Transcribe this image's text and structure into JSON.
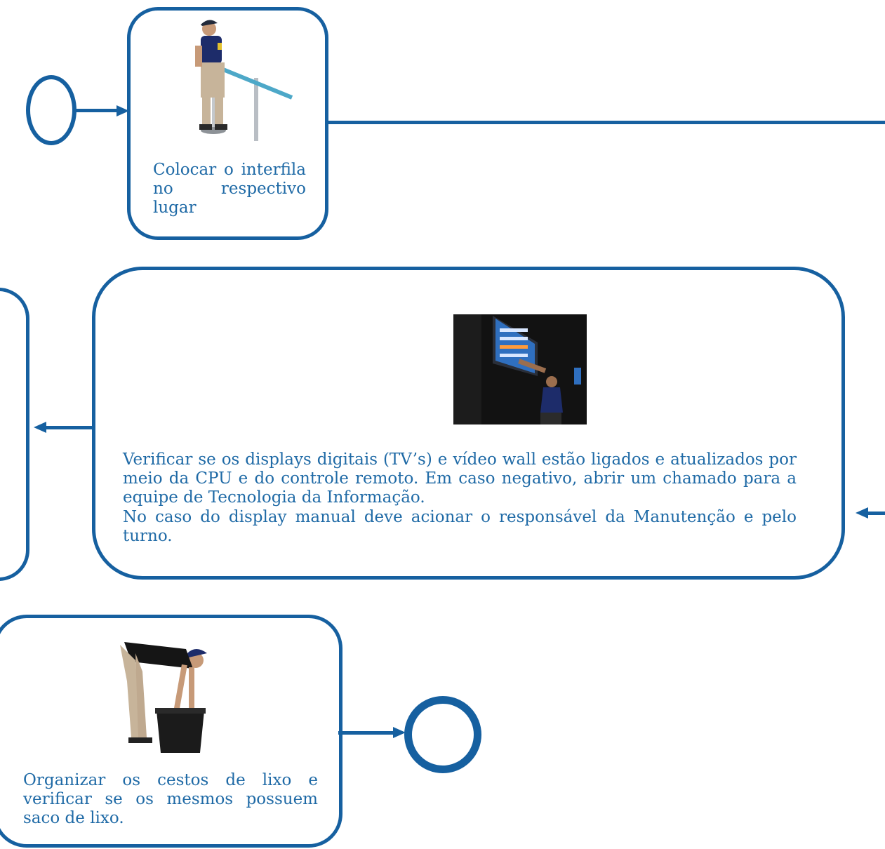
{
  "step1": {
    "text": "Colocar o interfila no respectivo lugar",
    "photo_icon": "person-placing-queue-barrier"
  },
  "step2": {
    "text_line1": "Verificar se os displays digitais (TV’s) e vídeo wall estão ligados e atualizados por meio da CPU e do controle remoto. Em caso negativo, abrir um chamado para a equipe de Tecnologia da Informação.",
    "text_line2": "No caso do display manual deve acionar o responsável da Manutenção e pelo turno.",
    "photo_icon": "person-checking-wall-displays"
  },
  "step3": {
    "text": "Organizar os cestos de lixo e verificar se os mesmos possuem saco de lixo.",
    "photo_icon": "person-organizing-trash-bin"
  },
  "colors": {
    "stroke": "#1660a0",
    "text": "#1f6aa6"
  }
}
